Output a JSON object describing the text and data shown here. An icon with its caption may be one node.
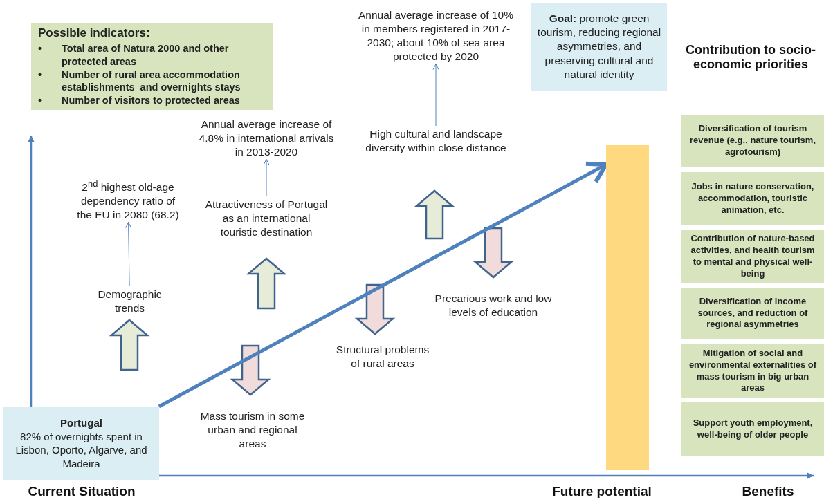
{
  "diagram": {
    "nodes": [
      {
        "text": [
          "Possible indicators:",
          "• Total area of Natura 2000 and other protected areas",
          "• Number of rural area accommodation establishments  and overnights stays",
          "• Number of visitors to protected areas"
        ]
      },
      {
        "text": [
          "Annual average increase of 10% in members registered in 2017-2030;  about 10% of sea area protected by 2020"
        ]
      },
      {
        "text": [
          "**Goal:** promote green tourism, reducing regional asymmetries, and preserving cultural and natural identity"
        ]
      },
      {
        "text": [
          "Annual average  increase of 4.8% in international arrivals in 2013-2020"
        ]
      },
      {
        "text": [
          "High cultural and landscape diversity within close distance"
        ]
      },
      {
        "text": [
          "2$^{nd}$ highest old-age dependency ratio of the EU in 2080 (68.2)"
        ]
      },
      {
        "text": [
          "Attractiveness of Portugal as an international touristic destination"
        ]
      },
      {
        "text": [
          "Demographic trends"
        ]
      },
      {
        "text": [
          "Structural problems of rural areas"
        ]
      },
      {
        "text": [
          "Precarious work and low levels of education"
        ]
      },
      {
        "text": [
          "Mass tourism in some urban and regional areas"
        ]
      },
      {
        "text": [
          "Portugal",
          "82% of overnights spent in Lisbon, Oporto, Algarve, and Madeira"
        ]
      },
      {
        "text": [],
        "shape": "bar"
      },
      {
        "text": [
          "Diversification of tourism revenue (e.g., nature tourism, agrotourism)"
        ]
      },
      {
        "text": [
          "Jobs in nature conservation, accommodation, touristic animation, etc."
        ]
      },
      {
        "text": [
          "Contribution of nature-based activities, and health tourism to mental and physical well-being"
        ]
      },
      {
        "text": [
          "Diversification of income sources, and reduction of regional asymmetries"
        ]
      },
      {
        "text": [
          "Mitigation of social and environmental externalities of mass tourism in big urban areas"
        ]
      },
      {
        "text": [
          "Support youth employment, well-being of older people"
        ]
      }
    ],
    "edges": [
      {
        "from": 7,
        "to": 5,
        "arrow": "to"
      },
      {
        "from": 6,
        "to": 3,
        "arrow": "to"
      },
      {
        "from": 4,
        "to": 1,
        "arrow": "to"
      },
      {
        "from": 11,
        "to": 12,
        "arrow": "to",
        "style": "thick"
      }
    ],
    "labels": [
      "Contribution  to socio-economic priorities",
      "Current Situation",
      "Future potential",
      "Benefits"
    ]
  }
}
